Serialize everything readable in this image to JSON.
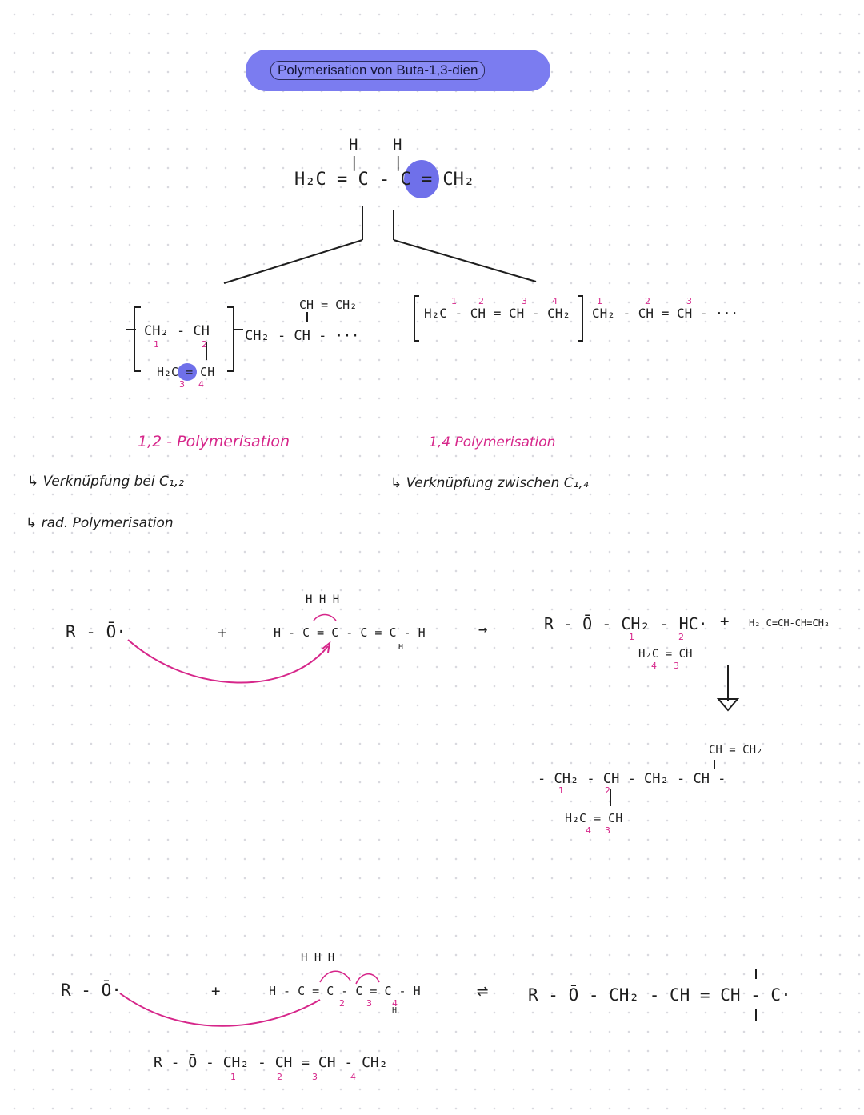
{
  "title": "Polymerisation von Buta-1,3-dien",
  "monomer": {
    "formula": "H₂C = C - C = CH₂",
    "h_left": "H",
    "h_right": "H"
  },
  "branch_12": {
    "chain": "CH₂ - CH",
    "side": "H₂C = CH",
    "tail_top": "CH = CH₂",
    "tail": "CH₂ - CH - ···",
    "nums": [
      "1",
      "2",
      "3",
      "4"
    ],
    "label": "1,2 - Polymerisation",
    "note1": "↳ Verknüpfung bei C₁,₂",
    "note2": "↳ rad. Polymerisation"
  },
  "branch_14": {
    "chain": "H₂C - CH = CH - CH₂",
    "tail": "CH₂ - CH = CH - ···",
    "nums": [
      "1",
      "2",
      "3",
      "4",
      "1",
      "2",
      "3"
    ],
    "label": "1,4 Polymerisation",
    "note": "↳ Verknüpfung zwischen C₁,₄"
  },
  "mech1": {
    "radical": "R - Ō·",
    "plus": "+",
    "hs": "H   H   H",
    "chain": "H - C = C - C = C - H",
    "h_below": "H",
    "arrow": "→",
    "product": "R - Ō - CH₂ - HC·",
    "product_side": "H₂C = CH",
    "product_nums": [
      "1",
      "2",
      "4",
      "3"
    ],
    "plus2": "+",
    "monomer2": "H₂ C=CH-CH=CH₂",
    "down_arrow": "↓",
    "poly_top": "CH = CH₂",
    "poly_chain": "- CH₂ - CH   - CH₂ - CH -",
    "poly_side": "H₂C = CH",
    "poly_nums": [
      "1",
      "2",
      "4",
      "3"
    ]
  },
  "mech2": {
    "radical": "R - Ō·",
    "plus": "+",
    "hs": "H   H   H",
    "chain": "H - C = C - C = C - H",
    "chain_nums": [
      "2",
      "3",
      "4"
    ],
    "h_below": "H",
    "equilibrium": "⇌",
    "product": "R - Ō - CH₂ - CH = CH - C·",
    "bottom": "R - Ō - CH₂ - CH = CH - CH₂",
    "bottom_nums": [
      "1",
      "2",
      "3",
      "4"
    ]
  },
  "colors": {
    "accent": "#7b7cf0",
    "pink": "#d6268a",
    "ink": "#1e1e1e"
  }
}
